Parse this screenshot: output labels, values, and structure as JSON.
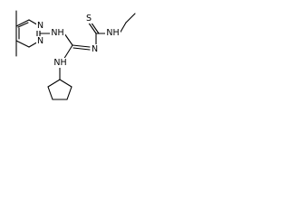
{
  "molecule": {
    "atom_labels": {
      "n_ring_top": "N",
      "n_ring_bottom": "N",
      "nh_link": "NH",
      "s_thione": "S",
      "nh_ethyl": "NH",
      "n_imine": "N",
      "nh_cyclopentyl": "NH"
    }
  }
}
